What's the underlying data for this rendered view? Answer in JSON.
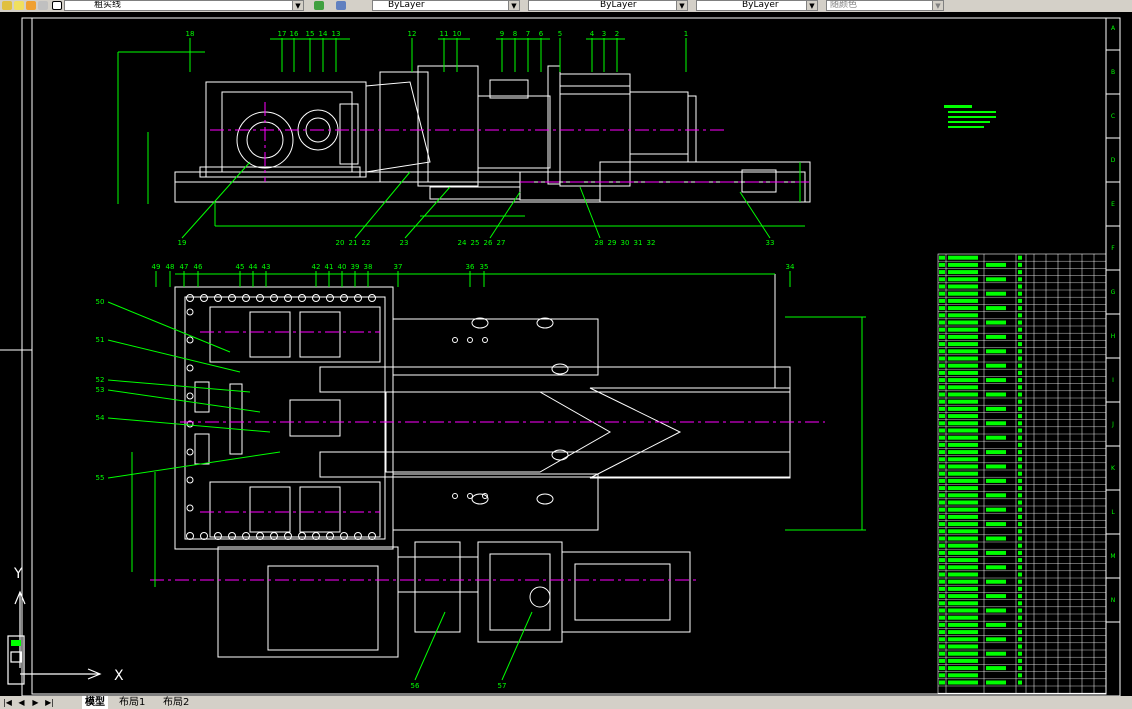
{
  "toolbar": {
    "linetype_value": "粗实线",
    "color_value": "ByLayer",
    "linetype2_value": "ByLayer",
    "lineweight_value": "ByLayer",
    "plotstyle_value": "随颜色"
  },
  "tabs": {
    "model": "模型",
    "layout1": "布局1",
    "layout2": "布局2"
  },
  "axis": {
    "x": "X",
    "y": "Y"
  },
  "balloons_top": [
    "18",
    "17",
    "16",
    "15",
    "14",
    "13",
    "12",
    "11",
    "10",
    "9",
    "8",
    "7",
    "6",
    "5",
    "4",
    "3",
    "2",
    "1"
  ],
  "balloons_top_bottom": [
    "19",
    "20",
    "21",
    "22",
    "23",
    "24",
    "25",
    "26",
    "27",
    "28",
    "29",
    "30",
    "31",
    "32",
    "33"
  ],
  "balloons_plan_top": [
    "49",
    "48",
    "47",
    "46",
    "45",
    "44",
    "43",
    "42",
    "41",
    "40",
    "39",
    "38",
    "37",
    "36",
    "35",
    "34"
  ],
  "balloons_plan_left": [
    "50",
    "51",
    "52",
    "53",
    "54",
    "55"
  ],
  "balloons_plan_bottom": [
    "56",
    "57"
  ],
  "grid_letters": [
    "A",
    "B",
    "C",
    "D",
    "E",
    "F",
    "G",
    "H",
    "I",
    "J",
    "K",
    "L",
    "M",
    "N"
  ],
  "colors": {
    "bg": "#000000",
    "green": "#00ff00",
    "white": "#ffffff",
    "yellow": "#ffff00",
    "magenta": "#ff00ff",
    "cyan": "#00ffff"
  }
}
